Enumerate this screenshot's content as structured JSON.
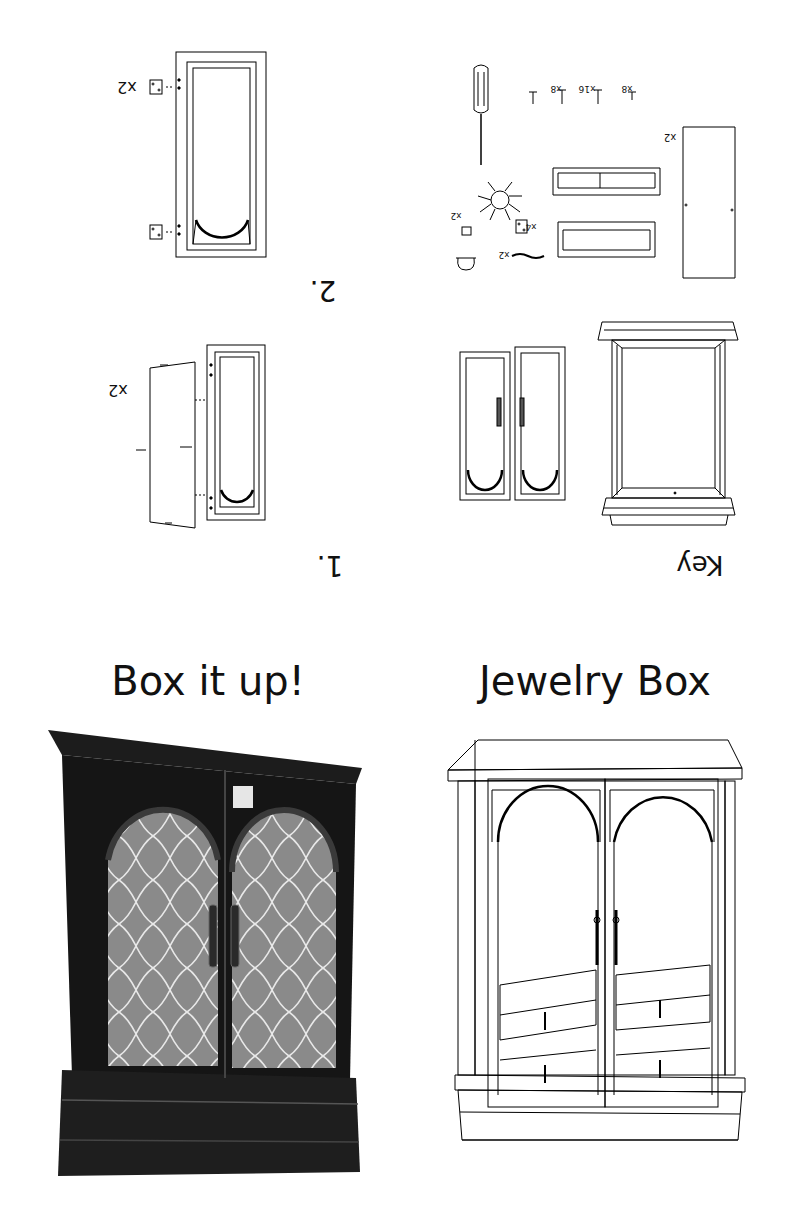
{
  "diagram": {
    "labels": [
      "Key",
      "1.",
      "2.",
      "x2",
      "x2",
      "x8",
      "x16",
      "x8",
      "x2",
      "x4",
      "x2",
      "x2",
      "Box it up!",
      "Jewelry Box"
    ]
  }
}
